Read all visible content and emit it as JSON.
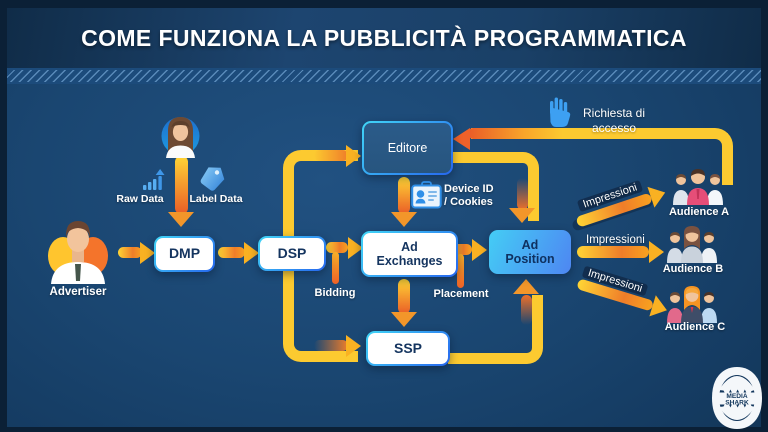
{
  "header": {
    "title": "COME FUNZIONA LA PUBBLICITÀ PROGRAMMATICA"
  },
  "nodes": {
    "dmp": "DMP",
    "dsp": "DSP",
    "editore": "Editore",
    "ad_exchanges": "Ad Exchanges",
    "ssp": "SSP",
    "ad_position": "Ad Position"
  },
  "actors": {
    "advertiser": "Advertiser",
    "audience_a": "Audience A",
    "audience_b": "Audience B",
    "audience_c": "Audience C"
  },
  "flow_labels": {
    "raw_data": "Raw Data",
    "label_data": "Label Data",
    "bidding": "Bidding",
    "placement": "Placement",
    "device_id_line1": "Device ID",
    "device_id_line2": "/ Cookies",
    "access_request_line1": "Richiesta di",
    "access_request_line2": "accesso",
    "impressions_a": "Impressioni",
    "impressions_b": "Impressioni",
    "impressions_c": "Impressioni"
  },
  "logo": {
    "line1": "MEDIA",
    "line2": "SHARK"
  },
  "icons": [
    "woman-avatar-icon",
    "advertiser-avatar-icon",
    "bar-chart-icon",
    "tag-icon",
    "id-card-icon",
    "raised-hand-icon",
    "audience-group-icon",
    "shark-logo-icon"
  ],
  "colors": {
    "arrow_gold": "#fcca30",
    "arrow_orange": "#ee6127",
    "navy_text": "#14345f",
    "box_border_cyan": "#41d6f7",
    "box_border_blue": "#2666ee",
    "background_blue": "#1a4671",
    "frame_navy": "#0b2036"
  }
}
